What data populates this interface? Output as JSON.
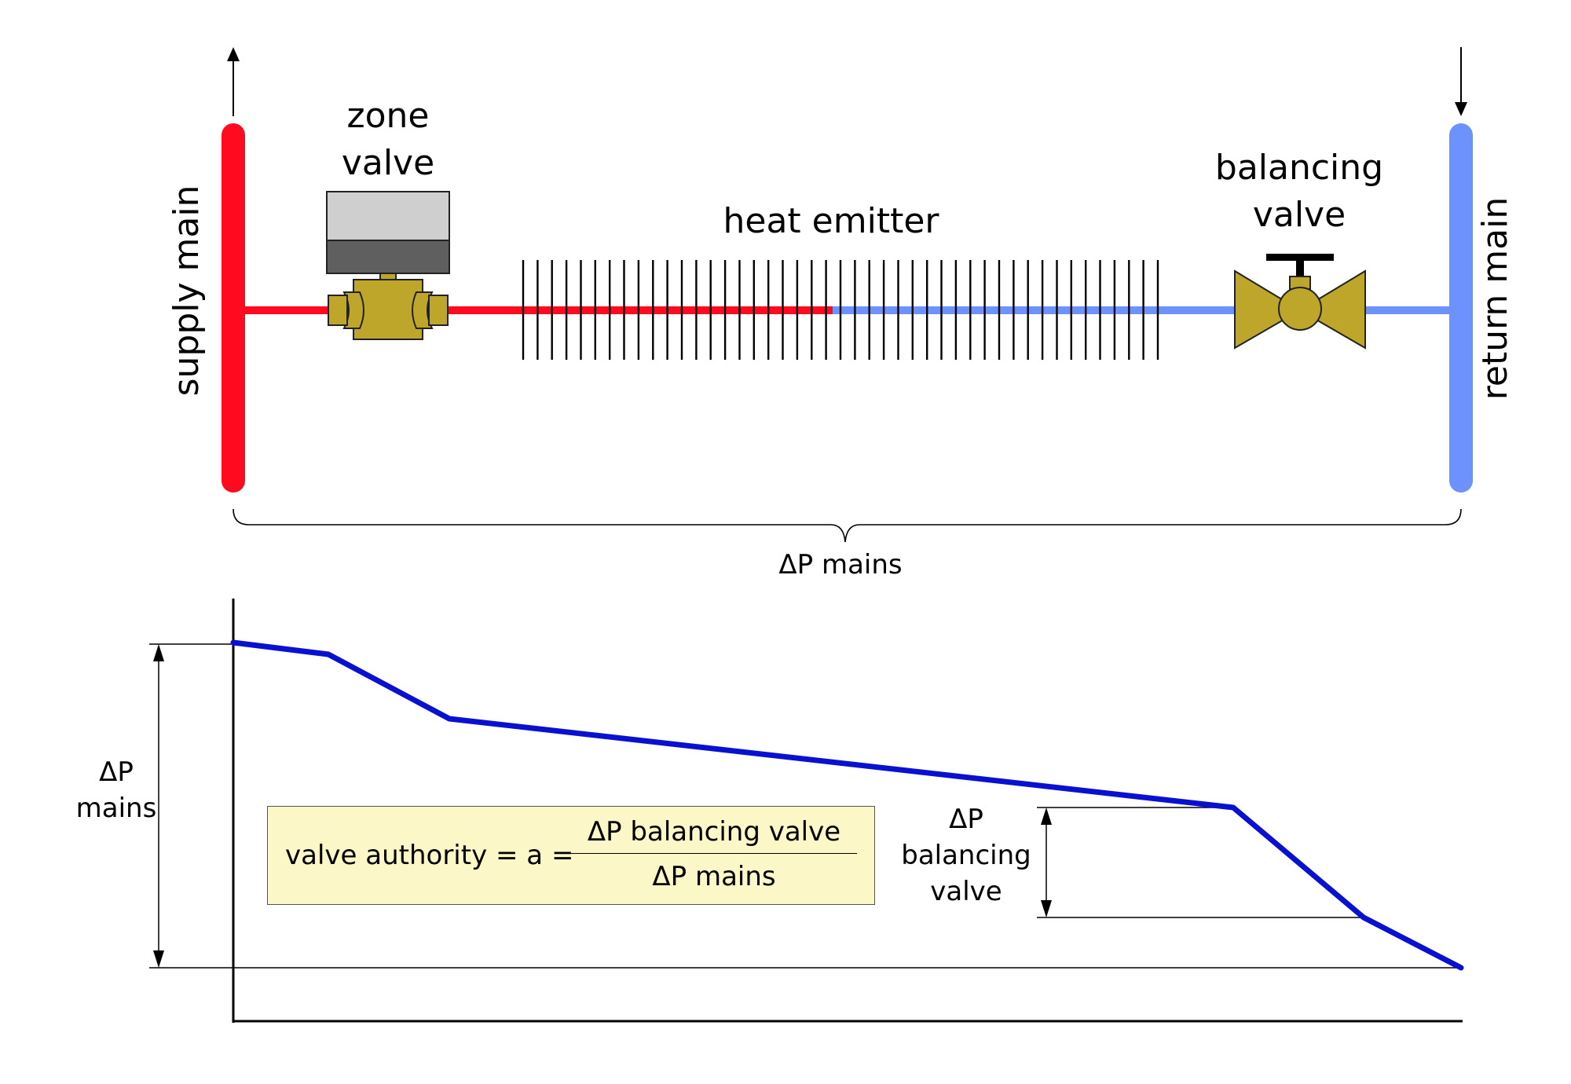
{
  "labels": {
    "zone_valve_line1": "zone",
    "zone_valve_line2": "valve",
    "heat_emitter": "heat emitter",
    "balancing_valve_line1": "balancing",
    "balancing_valve_line2": "valve",
    "supply_main": "supply main",
    "return_main": "return main",
    "dp_mains_brace": "ΔP mains",
    "dp_mains_axis_line1": "ΔP",
    "dp_mains_axis_line2": "mains",
    "dp_bv_line1": "ΔP",
    "dp_bv_line2": "balancing",
    "dp_bv_line3": "valve"
  },
  "formula": {
    "lhs": "valve authority = a =",
    "numerator": "ΔP balancing valve",
    "denominator": "ΔP mains"
  },
  "colors": {
    "supply": "#ff0a1e",
    "return": "#6d92fb",
    "pressure_line": "#0a10d0",
    "valve_brass": "#bda62a",
    "actuator_top": "#cfcfcf",
    "actuator_bottom": "#5f5f5f",
    "formula_bg": "#fbf7c6"
  },
  "icons": {
    "zone_valve": "zone-valve-icon",
    "balancing_valve": "balancing-valve-icon",
    "heat_emitter": "fin-tube-emitter-icon",
    "supply_flow_arrow": "arrow-up-icon",
    "return_flow_arrow": "arrow-down-icon"
  }
}
